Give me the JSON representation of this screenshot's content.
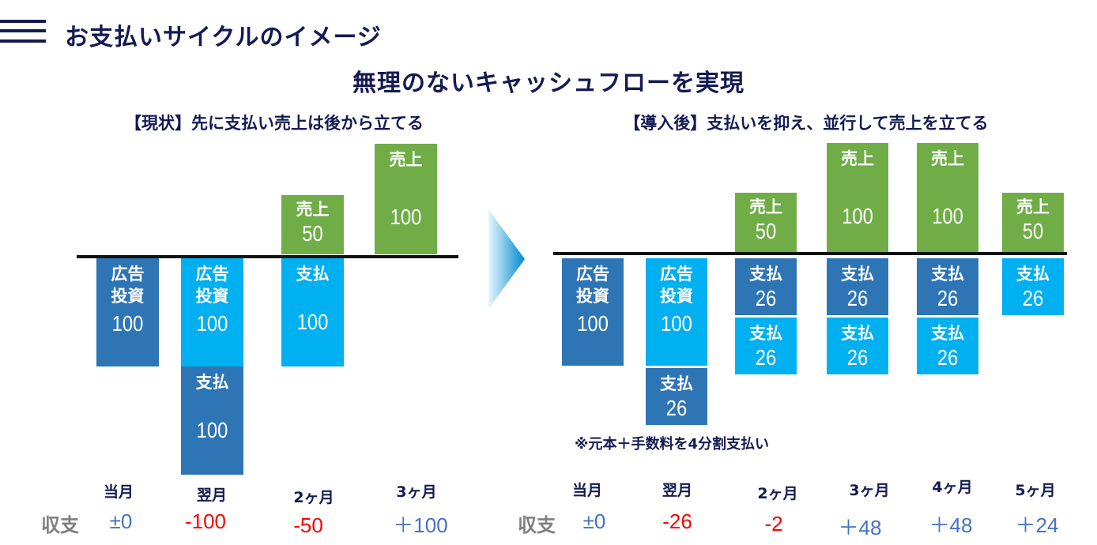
{
  "header": {
    "title": "お支払いサイクルのイメージ",
    "subtitle": "無理のないキャッシュフローを実現"
  },
  "colors": {
    "navy": "#141a52",
    "sales_green": "#70AD47",
    "dark_blue": "#2E75B6",
    "light_blue": "#00B0F0",
    "positive": "#4472C4",
    "negative": "#FF0000",
    "label_gray": "#7f7f7f"
  },
  "left": {
    "title": "【現状】先に支払い売上は後から立てる",
    "net_label": "収支",
    "columns": [
      {
        "month": "当月",
        "net": "±0",
        "sign": "pos",
        "above": [],
        "below": [
          {
            "type": "dark",
            "label": "広告投資",
            "value": "100"
          }
        ]
      },
      {
        "month": "翌月",
        "net": "-100",
        "sign": "neg",
        "above": [],
        "below": [
          {
            "type": "light",
            "label": "広告投資",
            "value": "100"
          },
          {
            "type": "dark",
            "label": "支払",
            "value": "100"
          }
        ]
      },
      {
        "month": "2ヶ月",
        "net": "-50",
        "sign": "neg",
        "above": [
          {
            "type": "green",
            "label": "売上",
            "value": "50"
          }
        ],
        "below": [
          {
            "type": "light",
            "label": "支払",
            "value": "100"
          }
        ]
      },
      {
        "month": "3ヶ月",
        "net": "＋100",
        "sign": "pos",
        "above": [
          {
            "type": "green",
            "label": "売上",
            "value": "100"
          }
        ],
        "below": []
      }
    ]
  },
  "right": {
    "title": "【導入後】支払いを抑え、並行して売上を立てる",
    "net_label": "収支",
    "note": "※元本＋手数料を4分割支払い",
    "columns": [
      {
        "month": "当月",
        "net": "±0",
        "sign": "pos",
        "above": [],
        "below": [
          {
            "type": "dark",
            "label": "広告投資",
            "value": "100"
          }
        ]
      },
      {
        "month": "翌月",
        "net": "-26",
        "sign": "neg",
        "above": [],
        "below": [
          {
            "type": "light",
            "label": "広告投資",
            "value": "100"
          },
          {
            "type": "dark",
            "label": "支払",
            "value": "26"
          }
        ]
      },
      {
        "month": "2ヶ月",
        "net": "-2",
        "sign": "neg",
        "above": [
          {
            "type": "green",
            "label": "売上",
            "value": "50"
          }
        ],
        "below": [
          {
            "type": "dark",
            "label": "支払",
            "value": "26"
          },
          {
            "type": "light",
            "label": "支払",
            "value": "26"
          }
        ]
      },
      {
        "month": "3ヶ月",
        "net": "＋48",
        "sign": "pos",
        "above": [
          {
            "type": "green",
            "label": "売上",
            "value": "100"
          }
        ],
        "below": [
          {
            "type": "dark",
            "label": "支払",
            "value": "26"
          },
          {
            "type": "light",
            "label": "支払",
            "value": "26"
          }
        ]
      },
      {
        "month": "4ヶ月",
        "net": "＋48",
        "sign": "pos",
        "above": [
          {
            "type": "green",
            "label": "売上",
            "value": "100"
          }
        ],
        "below": [
          {
            "type": "dark",
            "label": "支払",
            "value": "26"
          },
          {
            "type": "light",
            "label": "支払",
            "value": "26"
          }
        ]
      },
      {
        "month": "5ヶ月",
        "net": "＋24",
        "sign": "pos",
        "above": [
          {
            "type": "green",
            "label": "売上",
            "value": "50"
          }
        ],
        "below": [
          {
            "type": "light",
            "label": "支払",
            "value": "26"
          }
        ]
      }
    ]
  }
}
